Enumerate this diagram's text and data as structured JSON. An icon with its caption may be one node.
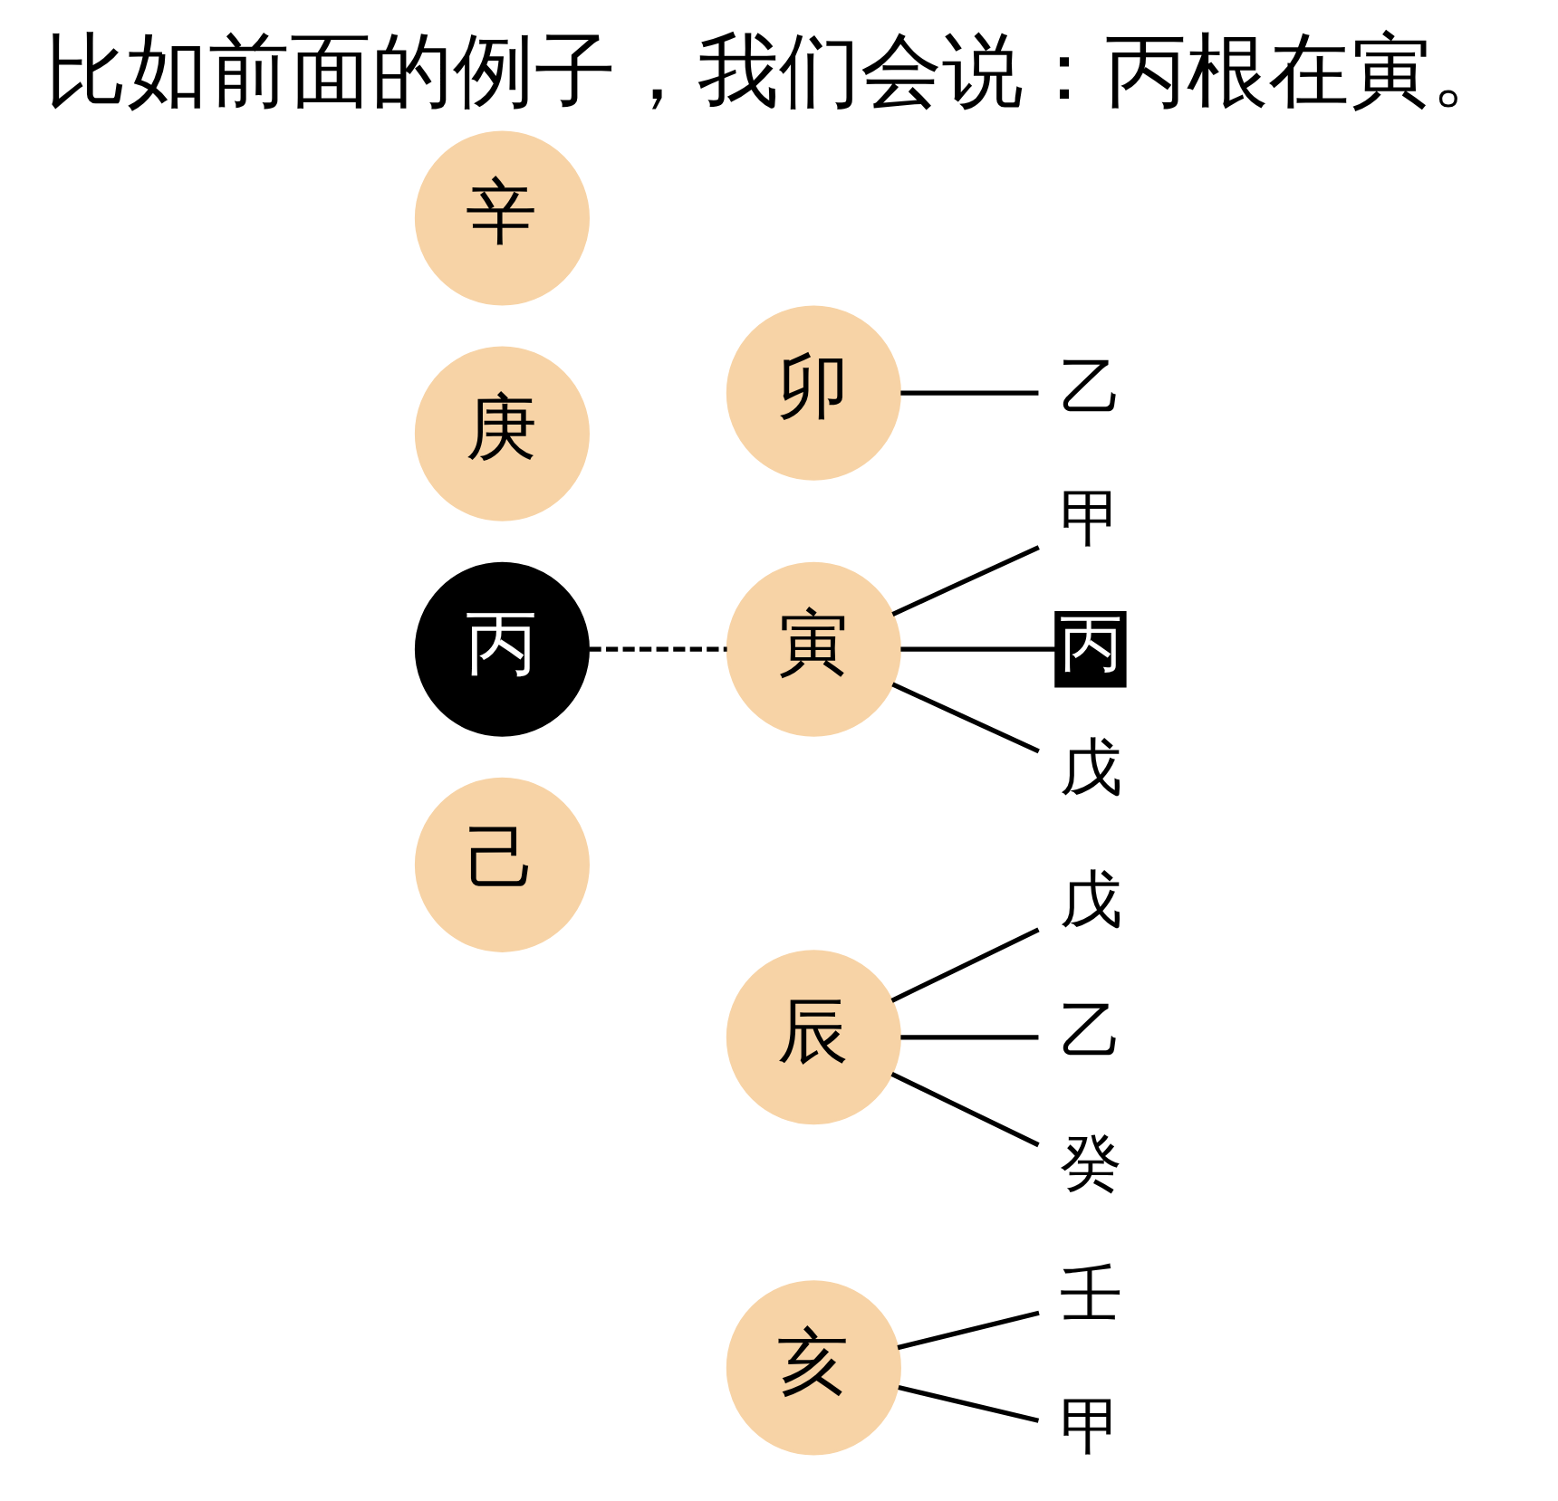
{
  "diagram": {
    "title": "比如前面的例子，我们会说：丙根在寅。",
    "nodes": [
      {
        "text": [
          "辛"
        ]
      },
      {
        "text": [
          "卯"
        ]
      },
      {
        "text": [
          "乙"
        ]
      },
      {
        "text": [
          "庚"
        ]
      },
      {
        "text": [
          "寅"
        ]
      },
      {
        "text": [
          "甲"
        ]
      },
      {
        "text": [
          "丙"
        ]
      },
      {
        "text": [
          "戊"
        ]
      },
      {
        "text": [
          "丙"
        ]
      },
      {
        "text": [
          "辰"
        ]
      },
      {
        "text": [
          "戊"
        ]
      },
      {
        "text": [
          "乙"
        ]
      },
      {
        "text": [
          "癸"
        ]
      },
      {
        "text": [
          "己"
        ]
      },
      {
        "text": [
          "亥"
        ]
      },
      {
        "text": [
          "壬"
        ]
      },
      {
        "text": [
          "甲"
        ]
      }
    ],
    "edges": [
      {
        "from": 1,
        "to": 2,
        "arrow": "none"
      },
      {
        "from": 4,
        "to": 5,
        "arrow": "none"
      },
      {
        "from": 4,
        "to": 6,
        "arrow": "none"
      },
      {
        "from": 4,
        "to": 7,
        "arrow": "none"
      },
      {
        "from": 8,
        "to": 4,
        "arrow": "none",
        "style": "dashed"
      },
      {
        "from": 9,
        "to": 10,
        "arrow": "none"
      },
      {
        "from": 9,
        "to": 11,
        "arrow": "none"
      },
      {
        "from": 9,
        "to": 12,
        "arrow": "none"
      },
      {
        "from": 14,
        "to": 15,
        "arrow": "none"
      },
      {
        "from": 14,
        "to": 16,
        "arrow": "none"
      }
    ]
  }
}
